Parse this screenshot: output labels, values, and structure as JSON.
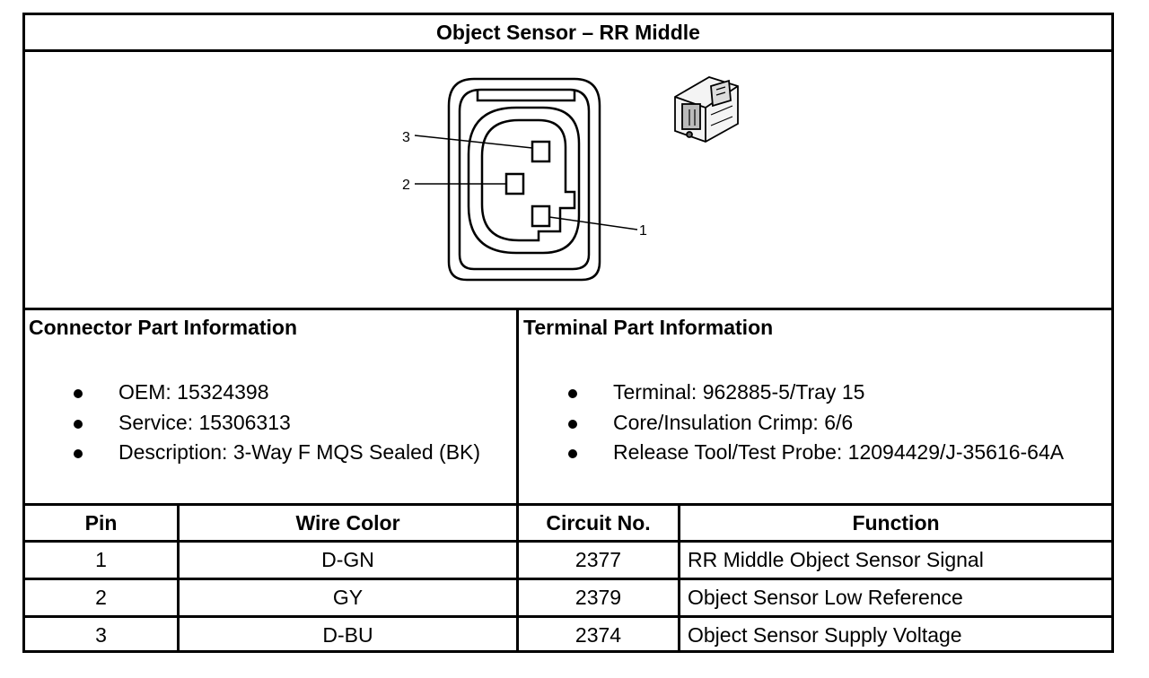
{
  "title": "Object Sensor – RR Middle",
  "diagram": {
    "pin_labels": [
      "3",
      "2",
      "1"
    ],
    "icons": [
      "connector-face-diagram",
      "connector-3d-icon"
    ]
  },
  "connector": {
    "heading": "Connector Part Information",
    "items": [
      "OEM: 15324398",
      "Service: 15306313",
      "Description: 3-Way F MQS Sealed (BK)"
    ]
  },
  "terminal": {
    "heading": "Terminal Part Information",
    "items": [
      "Terminal: 962885-5/Tray 15",
      "Core/Insulation Crimp: 6/6",
      "Release Tool/Test Probe: 12094429/J-35616-64A"
    ]
  },
  "table": {
    "headers": [
      "Pin",
      "Wire Color",
      "Circuit No.",
      "Function"
    ],
    "rows": [
      [
        "1",
        "D-GN",
        "2377",
        "RR Middle Object Sensor Signal"
      ],
      [
        "2",
        "GY",
        "2379",
        "Object Sensor Low Reference"
      ],
      [
        "3",
        "D-BU",
        "2374",
        "Object Sensor Supply Voltage"
      ]
    ]
  }
}
